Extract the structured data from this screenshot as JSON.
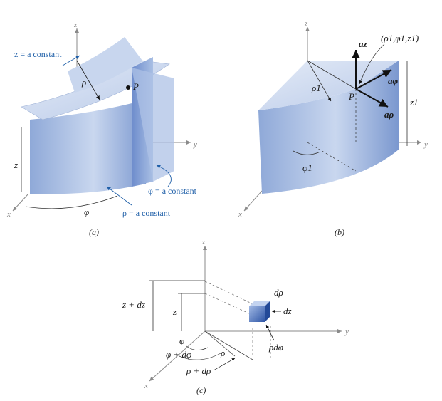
{
  "panel_a": {
    "caption": "(a)",
    "axis_x": "x",
    "axis_y": "y",
    "axis_z": "z",
    "label_z_const": "z = a constant",
    "label_phi_const": "φ = a constant",
    "label_rho_const": "ρ = a constant",
    "label_rho": "ρ",
    "label_P": "P",
    "label_z": "z",
    "label_phi": "φ"
  },
  "panel_b": {
    "caption": "(b)",
    "axis_x": "x",
    "axis_y": "y",
    "axis_z": "z",
    "label_point": "(ρ1,φ1,z1)",
    "label_az": "az",
    "label_aphi": "aφ",
    "label_arho": "aρ",
    "label_P": "P",
    "label_rho1": "ρ1",
    "label_z1": "z1",
    "label_phi1": "φ1"
  },
  "panel_c": {
    "caption": "(c)",
    "axis_x": "x",
    "axis_y": "y",
    "axis_z": "z",
    "label_zdz": "z + dz",
    "label_z": "z",
    "label_drho": "dρ",
    "label_dz": "dz",
    "label_rhodphi": "ρdφ",
    "label_phi": "φ",
    "label_phidphi": "φ + dφ",
    "label_rho": "ρ",
    "label_rhodrho": "ρ + dρ"
  },
  "colors": {
    "surface_light": "#d7e2f3",
    "surface_mid": "#9db6df",
    "surface_dark": "#5b7fbf",
    "label_blue": "#1f5fa8"
  }
}
